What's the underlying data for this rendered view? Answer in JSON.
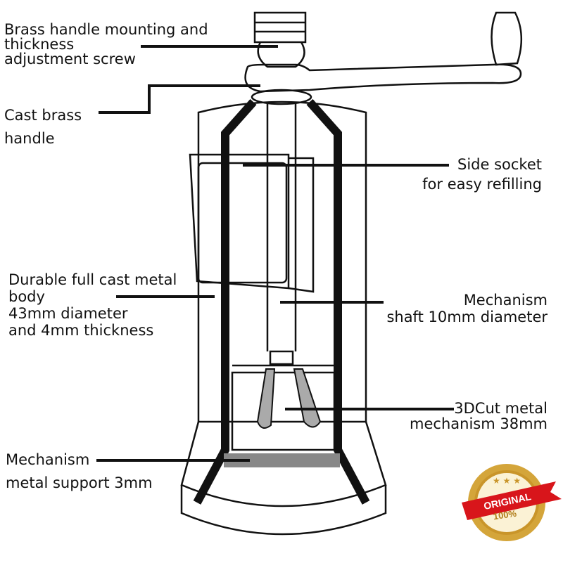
{
  "labels": {
    "handle_screw": [
      "Brass handle mounting and",
      "thickness",
      "adjustment screw"
    ],
    "cast_handle": [
      "Cast brass",
      "handle"
    ],
    "side_socket": [
      "Side socket",
      "for easy refilling"
    ],
    "body": [
      "Durable full cast metal",
      "body",
      "43mm diameter",
      "and 4mm thickness"
    ],
    "shaft": [
      "Mechanism",
      "shaft 10mm diameter"
    ],
    "mechanism": [
      "3DCut metal",
      "mechanism 38mm"
    ],
    "support": [
      "Mechanism",
      "metal support 3mm"
    ]
  },
  "badge": {
    "text": "ORIGINAL",
    "percent": "100%"
  },
  "colors": {
    "line": "#111111",
    "gold": "#d4a53a",
    "ribbon": "#d8151b",
    "grey": "#888888"
  }
}
